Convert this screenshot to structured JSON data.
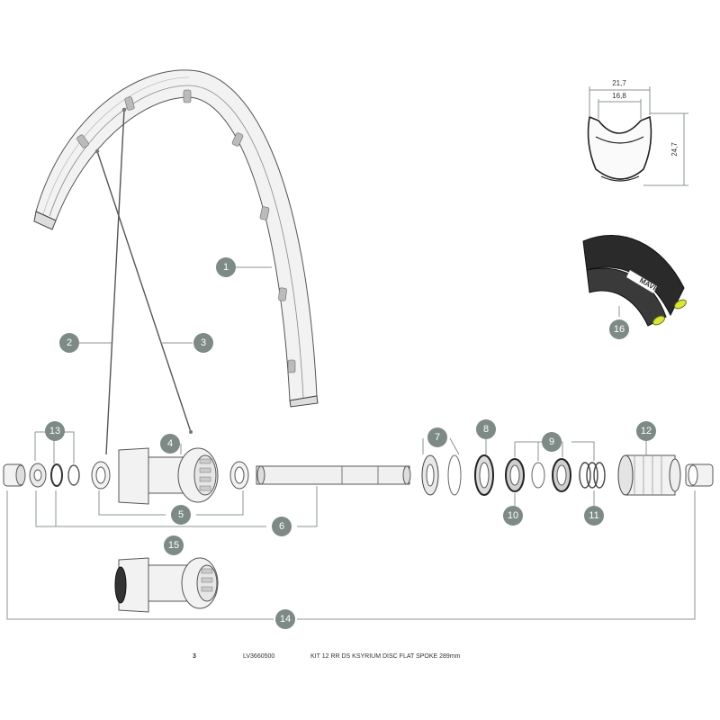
{
  "callouts": {
    "c1": "1",
    "c2": "2",
    "c3": "3",
    "c4": "4",
    "c5": "5",
    "c6": "6",
    "c7": "7",
    "c8": "8",
    "c9": "9",
    "c10": "10",
    "c11": "11",
    "c12": "12",
    "c13": "13",
    "c14": "14",
    "c15": "15",
    "c16": "16"
  },
  "rim_profile": {
    "outer_width": "21,7",
    "inner_width": "16,8",
    "height": "24,7"
  },
  "tire": {
    "brand_mark": "MAVIC"
  },
  "footer": {
    "page_number": "3",
    "reference": "LV3660500",
    "description": "KIT 12 RR DS KSYRIUM DISC FLAT SPOKE 289mm"
  },
  "colors": {
    "callout_fill": "#7d8a86",
    "tire_accent": "#d8e63a"
  }
}
